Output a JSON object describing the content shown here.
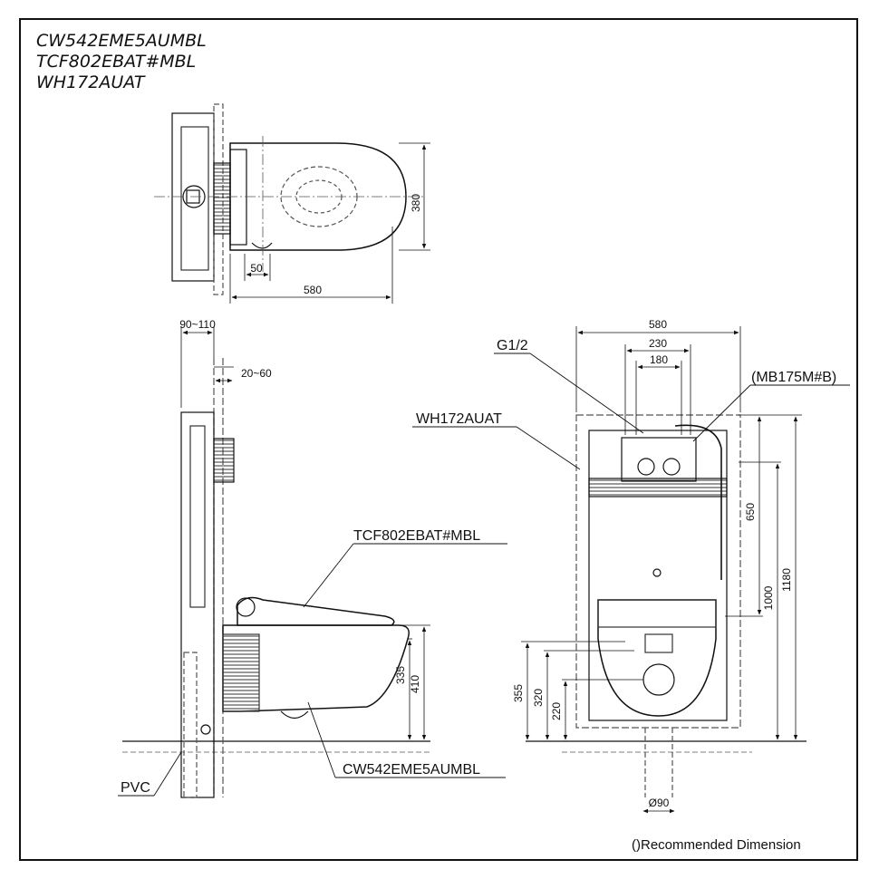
{
  "titles": [
    "CW542EME5AUMBL",
    "TCF802EBAT#MBL",
    "WH172AUAT"
  ],
  "top_view": {
    "width": "580",
    "depth": "380",
    "offset": "50"
  },
  "side_view": {
    "frame_depth": "90~110",
    "wall_gap": "20~60",
    "seat_label": "TCF802EBAT#MBL",
    "bowl_label": "CW542EME5AUMBL",
    "pvc_label": "PVC",
    "dim_335": "335",
    "dim_410": "410"
  },
  "front_view": {
    "width": "580",
    "inner_230": "230",
    "inner_180": "180",
    "inlet": "G1/2",
    "flush_plate": "(MB175M#B)",
    "frame_label": "WH172AUAT",
    "dim_650": "650",
    "dim_1000": "1000",
    "dim_1180": "1180",
    "dim_355": "355",
    "dim_320": "320",
    "dim_220": "220",
    "outlet": "Ø90"
  },
  "note": "()Recommended Dimension",
  "colors": {
    "line": "#111111",
    "thin": "#333333",
    "dashed": "#555555"
  }
}
